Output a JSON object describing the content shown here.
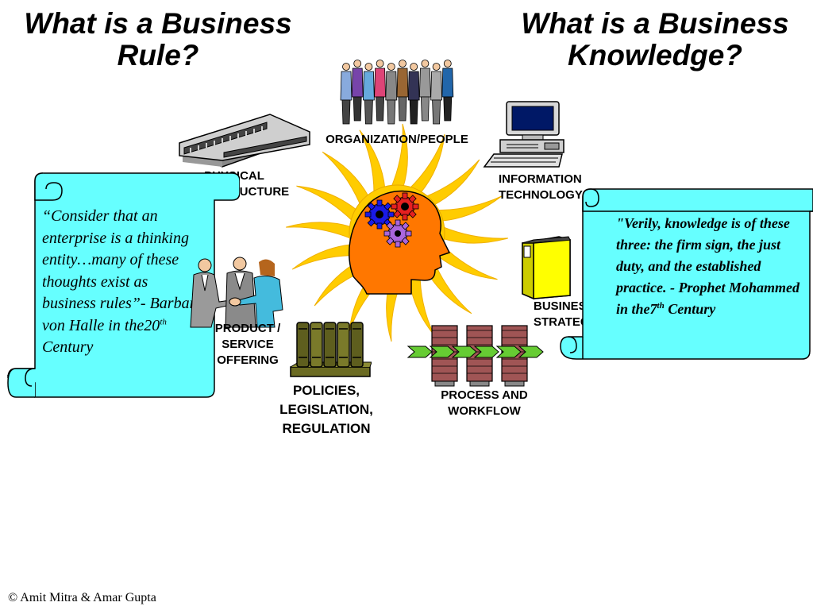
{
  "titles": {
    "business_rule": "What is a Business Rule?",
    "business_knowledge": "What is a Business Knowledge?"
  },
  "labels": {
    "organization": "ORGANIZATION/PEOPLE",
    "information_technology": "INFORMATION TECHNOLOGY",
    "physical_infrastructure": "PHYSICAL INFRASTRUCTURE",
    "product_service": "PRODUCT / SERVICE OFFERING",
    "policies": "POLICIES, LEGISLATION, REGULATION",
    "process": "PROCESS AND WORKFLOW",
    "business_strategy": "BUSINESS STRATEGY"
  },
  "quotes": {
    "left_main": "“Consider that an enterprise is a thinking entity…many of these thoughts exist as business rules”- Barbara von Halle in the20",
    "left_sup": "th",
    "left_tail": " Century",
    "right_main": "\"Verily, knowledge is of these three: the firm sign, the just duty, and the established practice. - Prophet Mohammed in the7",
    "right_sup": "th",
    "right_tail": " Century"
  },
  "footer": {
    "copyright": "© Amit Mitra & Amar Gupta"
  },
  "colors": {
    "scroll_fill": "#66ffff",
    "sun": "#ffcc00",
    "head": "#ff7700",
    "folder": "#ffff00",
    "arrow": "#66cc33"
  },
  "icons": [
    "people-icon",
    "computer-icon",
    "building-icon",
    "sun-head-icon",
    "handshake-icon",
    "books-icon",
    "binder-icon",
    "workflow-icon",
    "scroll-icon"
  ]
}
